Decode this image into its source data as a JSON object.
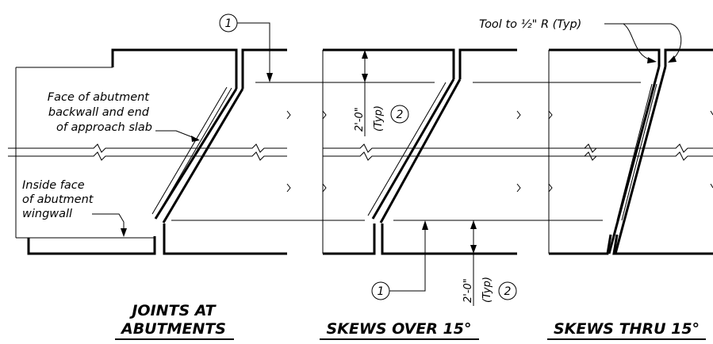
{
  "notes": {
    "face_backwall": [
      "Face of abutment",
      "backwall and end",
      "of approach slab"
    ],
    "inside_wingwall": [
      "Inside face",
      "of abutment",
      "wingwall"
    ],
    "tool_note": "Tool to ½\" R (Typ)"
  },
  "dimensions": {
    "dim_value": "2'-0\"",
    "dim_typ": "(Typ)"
  },
  "balloons": {
    "note_1": "1",
    "note_2": "2"
  },
  "titles": {
    "abutments_line1": "JOINTS AT",
    "abutments_line2": "ABUTMENTS",
    "skews_over": "SKEWS OVER 15°",
    "skews_thru": "SKEWS THRU 15°"
  }
}
